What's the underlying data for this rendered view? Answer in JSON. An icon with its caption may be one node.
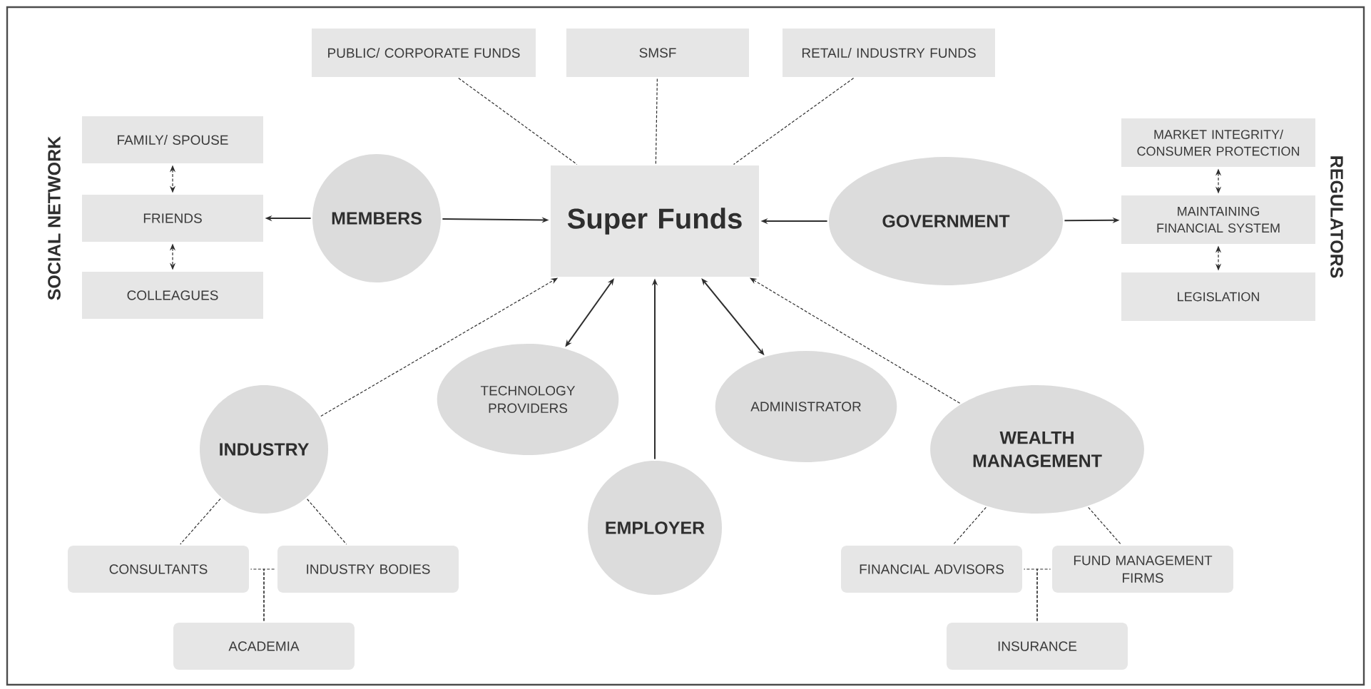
{
  "diagram": {
    "nodes": [
      {
        "text": [
          "PUBLIC/ CORPORATE FUNDS"
        ]
      },
      {
        "text": [
          "SMSF"
        ]
      },
      {
        "text": [
          "RETAIL/ INDUSTRY FUNDS"
        ]
      },
      {
        "text": [
          "FAMILY/ SPOUSE"
        ]
      },
      {
        "text": [
          "FRIENDS"
        ]
      },
      {
        "text": [
          "COLLEAGUES"
        ]
      },
      {
        "text": [
          "MEMBERS"
        ]
      },
      {
        "text": [
          "Super Funds"
        ]
      },
      {
        "text": [
          "GOVERNMENT"
        ]
      },
      {
        "text": [
          "MARKET INTEGRITY/ CONSUMER PROTECTION"
        ]
      },
      {
        "text": [
          "MAINTAINING FINANCIAL SYSTEM"
        ]
      },
      {
        "text": [
          "LEGISLATION"
        ]
      },
      {
        "text": [
          "TECHNOLOGY PROVIDERS"
        ]
      },
      {
        "text": [
          "ADMINISTRATOR"
        ]
      },
      {
        "text": [
          "INDUSTRY"
        ]
      },
      {
        "text": [
          "EMPLOYER"
        ]
      },
      {
        "text": [
          "WEALTH MANAGEMENT"
        ]
      },
      {
        "text": [
          "CONSULTANTS"
        ]
      },
      {
        "text": [
          "INDUSTRY BODIES"
        ]
      },
      {
        "text": [
          "ACADEMIA"
        ]
      },
      {
        "text": [
          "FINANCIAL ADVISORS"
        ]
      },
      {
        "text": [
          "FUND MANAGEMENT FIRMS"
        ]
      },
      {
        "text": [
          "INSURANCE"
        ]
      }
    ],
    "edges": [
      {
        "from": 0,
        "to": 7,
        "arrow": "none",
        "style": "dashed"
      },
      {
        "from": 1,
        "to": 7,
        "arrow": "none",
        "style": "dashed"
      },
      {
        "from": 2,
        "to": 7,
        "arrow": "none",
        "style": "dashed"
      },
      {
        "from": 3,
        "to": 4,
        "arrow": "both",
        "style": "dashed"
      },
      {
        "from": 4,
        "to": 5,
        "arrow": "both",
        "style": "dashed"
      },
      {
        "from": 6,
        "to": 4,
        "arrow": "to"
      },
      {
        "from": 6,
        "to": 7,
        "arrow": "to"
      },
      {
        "from": 8,
        "to": 7,
        "arrow": "to"
      },
      {
        "from": 8,
        "to": 10,
        "arrow": "to"
      },
      {
        "from": 9,
        "to": 10,
        "arrow": "both",
        "style": "dashed"
      },
      {
        "from": 10,
        "to": 11,
        "arrow": "both",
        "style": "dashed"
      },
      {
        "from": 12,
        "to": 7,
        "arrow": "both"
      },
      {
        "from": 13,
        "to": 7,
        "arrow": "both"
      },
      {
        "from": 14,
        "to": 7,
        "arrow": "to",
        "style": "dashed"
      },
      {
        "from": 15,
        "to": 7,
        "arrow": "to"
      },
      {
        "from": 16,
        "to": 7,
        "arrow": "to",
        "style": "dashed"
      },
      {
        "from": 14,
        "to": 17,
        "arrow": "none",
        "style": "dashed"
      },
      {
        "from": 14,
        "to": 18,
        "arrow": "none",
        "style": "dashed"
      },
      {
        "from": 19,
        "to": 17,
        "arrow": "none",
        "style": "dashed"
      },
      {
        "from": 19,
        "to": 18,
        "arrow": "none",
        "style": "dashed"
      },
      {
        "from": 16,
        "to": 20,
        "arrow": "none",
        "style": "dashed"
      },
      {
        "from": 16,
        "to": 21,
        "arrow": "none",
        "style": "dashed"
      },
      {
        "from": 22,
        "to": 20,
        "arrow": "none",
        "style": "dashed"
      },
      {
        "from": 22,
        "to": 21,
        "arrow": "none",
        "style": "dashed"
      }
    ],
    "labels": [
      "SOCIAL NETWORK",
      "REGULATORS"
    ]
  }
}
